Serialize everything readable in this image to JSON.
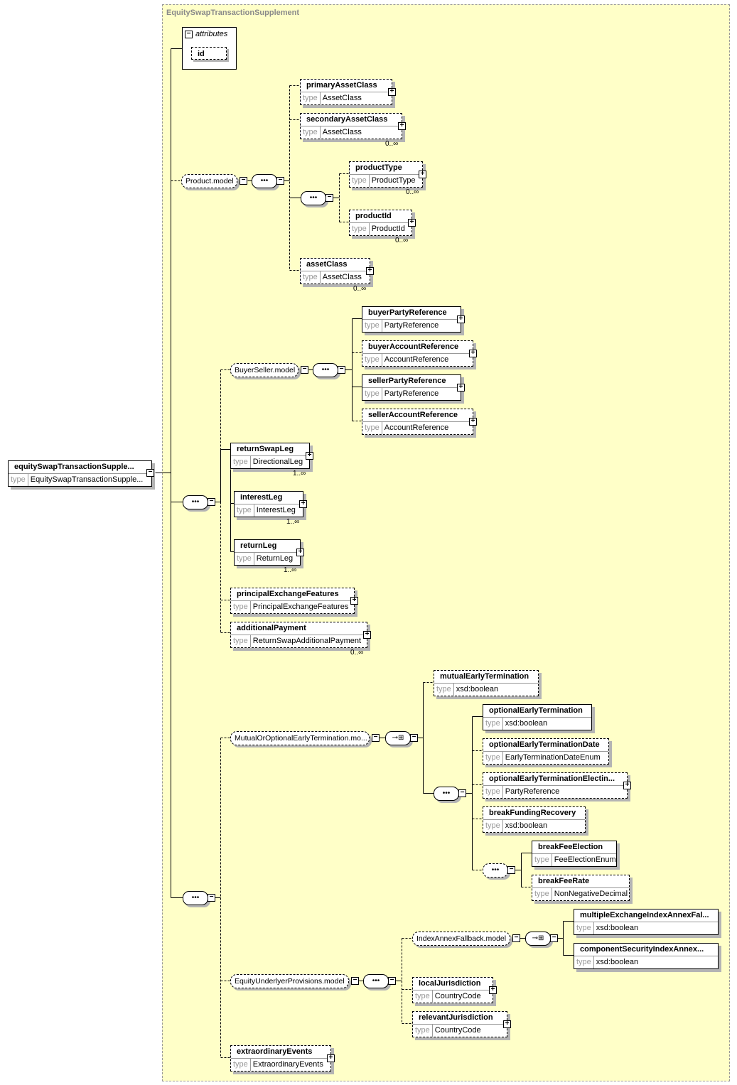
{
  "frame_title": "EquitySwapTransactionSupplement",
  "type_label": "type",
  "attributes": {
    "label": "attributes",
    "items": [
      "id"
    ]
  },
  "root": {
    "name": "equitySwapTransactionSupple...",
    "type": "EquitySwapTransactionSupple..."
  },
  "groups": [
    "Product.model",
    "BuyerSeller.model",
    "MutualOrOptionalEarlyTermination.mo...",
    "IndexAnnexFallback.model",
    "EquityUnderlyerProvisions.model"
  ],
  "elements": [
    {
      "name": "primaryAssetClass",
      "type": "AssetClass",
      "card": ""
    },
    {
      "name": "secondaryAssetClass",
      "type": "AssetClass",
      "card": "0..∞"
    },
    {
      "name": "productType",
      "type": "ProductType",
      "card": "0..∞"
    },
    {
      "name": "productId",
      "type": "ProductId",
      "card": "0..∞"
    },
    {
      "name": "assetClass",
      "type": "AssetClass",
      "card": "0..∞"
    },
    {
      "name": "buyerPartyReference",
      "type": "PartyReference",
      "card": ""
    },
    {
      "name": "buyerAccountReference",
      "type": "AccountReference",
      "card": ""
    },
    {
      "name": "sellerPartyReference",
      "type": "PartyReference",
      "card": ""
    },
    {
      "name": "sellerAccountReference",
      "type": "AccountReference",
      "card": ""
    },
    {
      "name": "returnSwapLeg",
      "type": "DirectionalLeg",
      "card": "1..∞"
    },
    {
      "name": "interestLeg",
      "type": "InterestLeg",
      "card": "1..∞"
    },
    {
      "name": "returnLeg",
      "type": "ReturnLeg",
      "card": "1..∞"
    },
    {
      "name": "principalExchangeFeatures",
      "type": "PrincipalExchangeFeatures",
      "card": ""
    },
    {
      "name": "additionalPayment",
      "type": "ReturnSwapAdditionalPayment",
      "card": "0..∞"
    },
    {
      "name": "mutualEarlyTermination",
      "type": "xsd:boolean",
      "card": ""
    },
    {
      "name": "optionalEarlyTermination",
      "type": "xsd:boolean",
      "card": ""
    },
    {
      "name": "optionalEarlyTerminationDate",
      "type": "EarlyTerminationDateEnum",
      "card": ""
    },
    {
      "name": "optionalEarlyTerminationElectin...",
      "type": "PartyReference",
      "card": ""
    },
    {
      "name": "breakFundingRecovery",
      "type": "xsd:boolean",
      "card": ""
    },
    {
      "name": "breakFeeElection",
      "type": "FeeElectionEnum",
      "card": ""
    },
    {
      "name": "breakFeeRate",
      "type": "NonNegativeDecimal",
      "card": ""
    },
    {
      "name": "multipleExchangeIndexAnnexFal...",
      "type": "xsd:boolean",
      "card": ""
    },
    {
      "name": "componentSecurityIndexAnnex...",
      "type": "xsd:boolean",
      "card": ""
    },
    {
      "name": "localJurisdiction",
      "type": "CountryCode",
      "card": ""
    },
    {
      "name": "relevantJurisdiction",
      "type": "CountryCode",
      "card": ""
    },
    {
      "name": "extraordinaryEvents",
      "type": "ExtraordinaryEvents",
      "card": ""
    }
  ]
}
